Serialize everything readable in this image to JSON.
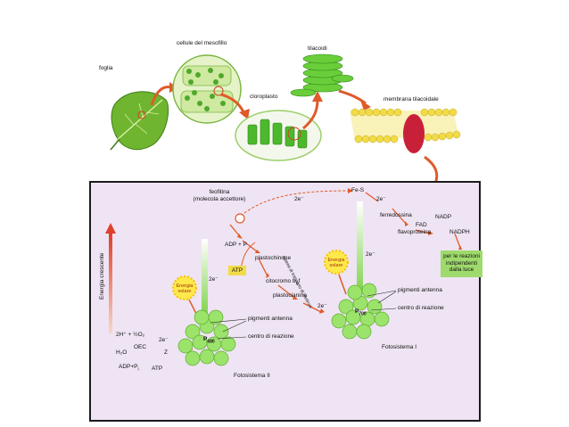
{
  "top": {
    "foglia": "foglia",
    "cellule": "cellule del mesofillo",
    "tilacoidi": "tilacoidi",
    "cloroplasto": "cloroplasto",
    "membrana": "membrana tilacoidale"
  },
  "panel": {
    "energy_axis": "Energia crescente",
    "feofitina_1": "feofitina",
    "feofitina_2": "(molecola accettore)",
    "e_top": "2e⁻",
    "fes": "Fe-S",
    "e_fes": "2e⁻",
    "ferredossina": "ferredossina",
    "nadp": "NADP",
    "fad": "FAD",
    "flavoproteina": "flavoproteina",
    "nadph": "NADPH",
    "reazioni": [
      "per le reazioni",
      "indipendenti",
      "dalla luce"
    ],
    "adp_p": "ADP + P",
    "plastochinone": "plastochinone",
    "atp": "ATP",
    "e_mid_left": "2e⁻",
    "e_mid_right": "2e⁻",
    "e_lower": "2e⁻",
    "e_oec": "2e⁻",
    "citocromo": "citocromo b",
    "citocromo_sub": "6",
    "citocromo_tail": "f",
    "plastocianina": "plastocianina",
    "catena": "catena di trasporto di elettroni",
    "energia_solare": "Energia solare",
    "pigmenti_1": "pigmenti antenna",
    "centro_1": "centro di reazione",
    "p680": "P",
    "p680_sub": "680",
    "fotosistema_2": "Fotosistema II",
    "pigmenti_2": "pigmenti antenna",
    "centro_2": "centro di reazione",
    "p700": "P",
    "p700_sub": "700",
    "fotosistema_1": "Fotosistema I",
    "water_eq": "2H⁺ + ½O₂",
    "h2o": "H₂O",
    "oec": "OEC",
    "z": "Z",
    "adp_pi": "ADP+P",
    "adp_pi_sub": "i",
    "atp2": "ATP"
  },
  "colors": {
    "panel_bg": "#efe4f3",
    "arrow_red": "#e05a2a",
    "green": "#7ed34a",
    "atp_yellow": "#f1dc47",
    "reaction_box": "#9fdb6c"
  }
}
